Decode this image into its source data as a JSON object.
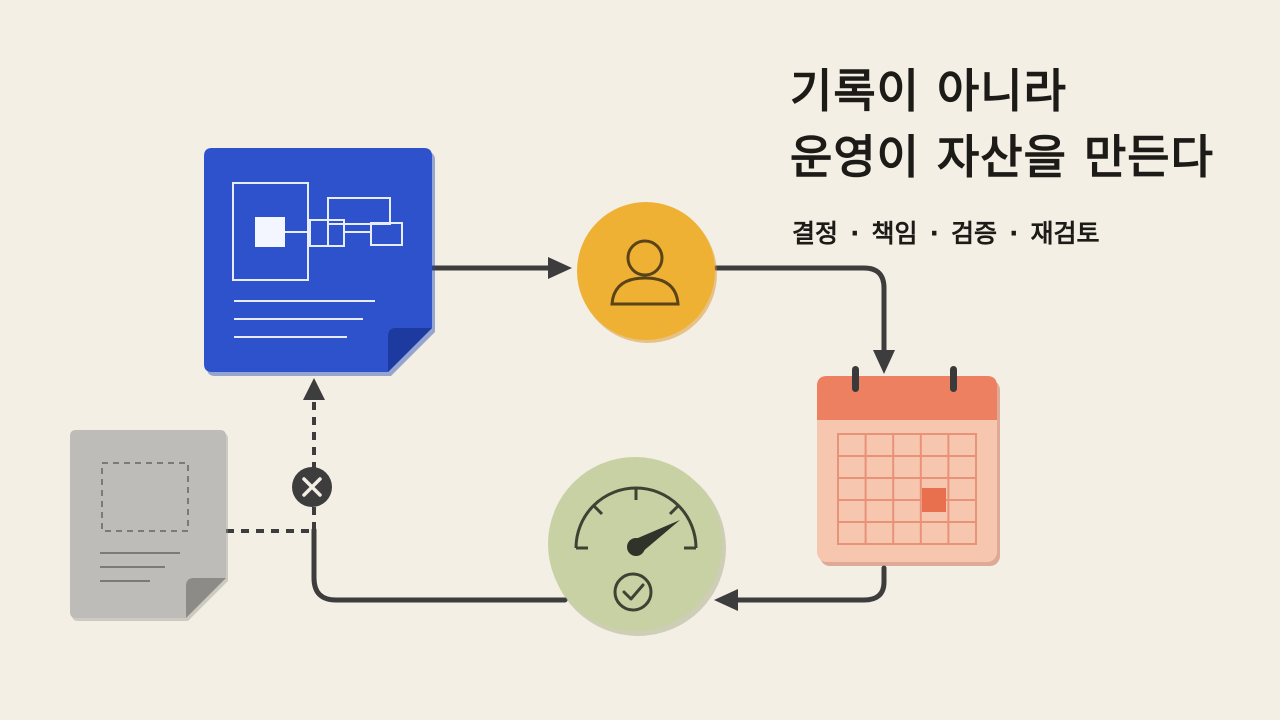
{
  "headline": {
    "line1": "기록이 아니라",
    "line2": "운영이 자산을 만든다"
  },
  "subline": {
    "items": [
      "결정",
      "책임",
      "검증",
      "재검토"
    ],
    "separator": "·"
  },
  "icons": {
    "document": "blueprint-document-icon",
    "owner": "person-icon",
    "schedule": "calendar-icon",
    "measure": "gauge-check-icon",
    "archive": "gray-document-icon",
    "blocked": "x-mark-icon"
  },
  "colors": {
    "background": "#f4efe4",
    "document_blue": "#2d52cc",
    "owner_orange": "#efb134",
    "calendar_coral": "#ec8060",
    "gauge_green": "#c8d1a4",
    "archive_gray": "#bdbcb8",
    "arrow": "#3d3d3d",
    "text": "#1d1b18"
  }
}
